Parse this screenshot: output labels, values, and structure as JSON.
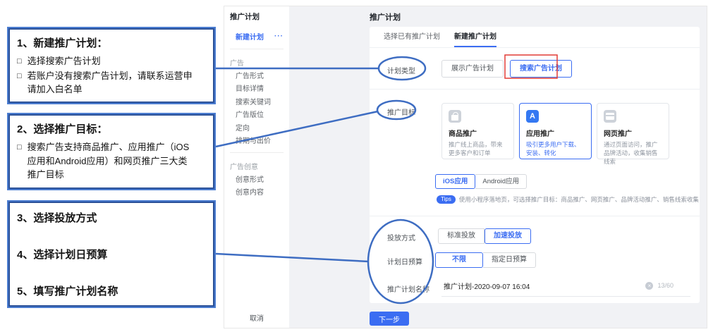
{
  "annotations": {
    "bullet_marker": "□",
    "box1": {
      "title": "1、新建推广计划：",
      "bullets": [
        "选择搜索广告计划",
        "若账户没有搜索广告计划，请联系运营申请加入白名单"
      ]
    },
    "box2": {
      "title": "2、选择推广目标：",
      "bullets": [
        "搜索广告支持商品推广、应用推广（iOS应用和Android应用）和网页推广三大类推广目标"
      ]
    },
    "box3": {
      "steps": [
        "3、选择投放方式",
        "4、选择计划日预算",
        "5、填写推广计划名称"
      ]
    }
  },
  "sidebar": {
    "title": "推广计划",
    "new_plan_label": "新建计划",
    "ad_section_header": "广告",
    "ad_items": [
      "广告形式",
      "目标详情",
      "搜索关键词",
      "广告版位",
      "定向",
      "排期与出价"
    ],
    "creative_section_header": "广告创意",
    "creative_items": [
      "创意形式",
      "创意内容"
    ],
    "cancel_label": "取消"
  },
  "main": {
    "page_title": "推广计划",
    "tabs": {
      "existing": "选择已有推广计划",
      "new": "新建推广计划"
    },
    "plan_type": {
      "label": "计划类型",
      "display_option": "展示广告计划",
      "search_option": "搜索广告计划"
    },
    "goal": {
      "label": "推广目标",
      "cards": [
        {
          "title": "商品推广",
          "desc": "推广线上商品，带来更多客户和订单"
        },
        {
          "title": "应用推广",
          "desc": "吸引更多用户下载、安装、转化"
        },
        {
          "title": "网页推广",
          "desc": "通过页面访问，推广品牌活动，收集销售线索"
        }
      ],
      "platforms": {
        "ios": "iOS应用",
        "android": "Android应用"
      },
      "tips_badge": "Tips",
      "tips_text": "使用小程序落地页，可选择推广目标：商品推广、网页推广、品牌活动推广、销售线索收集"
    },
    "delivery": {
      "label": "投放方式",
      "standard": "标准投放",
      "accelerated": "加速投放"
    },
    "budget": {
      "label": "计划日预算",
      "unlimited": "不限",
      "specified": "指定日预算"
    },
    "plan_name": {
      "label": "推广计划名称",
      "value": "推广计划-2020-09-07 16:04",
      "counter": "13/60"
    },
    "next_button_label": "下一步"
  },
  "icons": {
    "more_icon": "···",
    "clear_icon": "×",
    "app_icon_letter": "A",
    "goods_icon": "shopping-bag",
    "web_icon": "browser-window"
  },
  "colors": {
    "accent_blue": "#3b6df2",
    "annotation_blue": "#4a7cd0",
    "annotation_blue_dark": "#2b5198",
    "highlight_red": "#e23c36",
    "main_bg": "#f1f2f5"
  }
}
